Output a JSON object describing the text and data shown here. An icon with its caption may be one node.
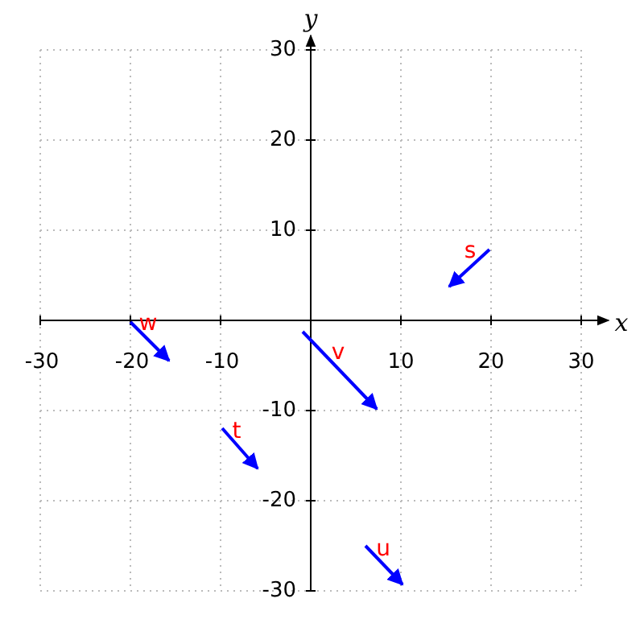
{
  "diagram": {
    "labels": [
      "y",
      "30",
      "20",
      "10",
      "s",
      "x",
      "-30",
      "-20",
      "-10",
      "10",
      "20",
      "30",
      "w",
      "v",
      "-10",
      "t",
      "-20",
      "u",
      "-30"
    ]
  }
}
